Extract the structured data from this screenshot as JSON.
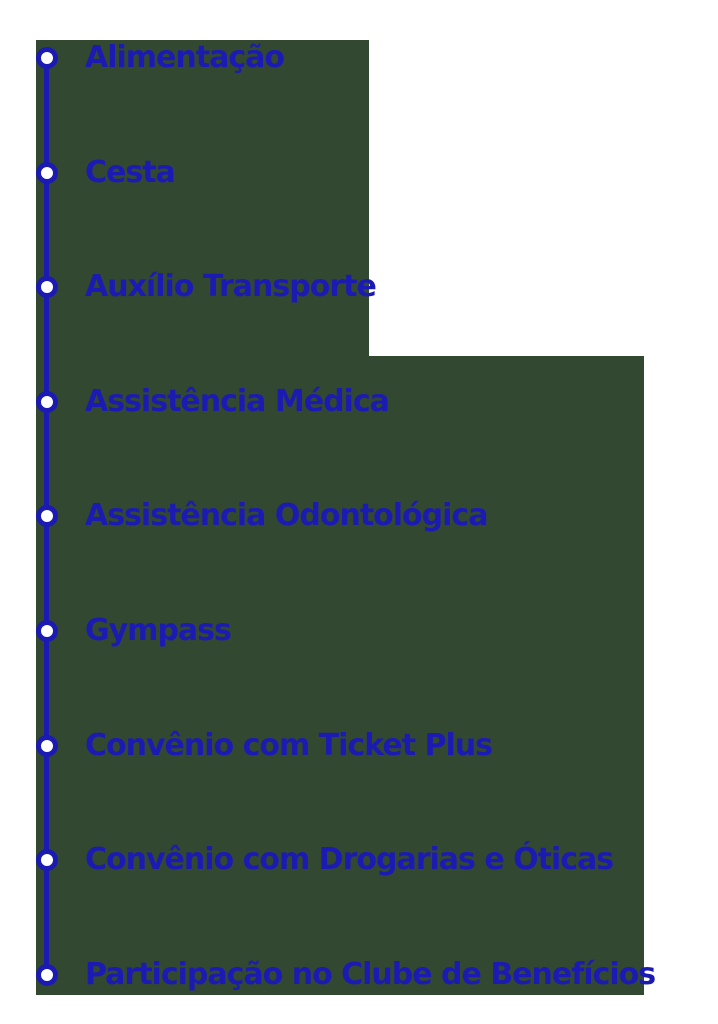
{
  "infographic": {
    "kind": "benefits-timeline-list",
    "language": "pt-BR"
  },
  "colors": {
    "page_background": "#ffffff",
    "panel_green": "#334830",
    "accent_blue": "#1b1bb3",
    "bullet_fill": "#ffffff"
  },
  "icons": {
    "bullet": "circle-dot-icon"
  },
  "benefits": {
    "items": [
      {
        "label": "Alimentação"
      },
      {
        "label": "Cesta"
      },
      {
        "label": "Auxílio Transporte"
      },
      {
        "label": "Assistência Médica"
      },
      {
        "label": "Assistência Odontológica"
      },
      {
        "label": "Gympass"
      },
      {
        "label": "Convênio com Ticket Plus"
      },
      {
        "label": "Convênio com Drogarias e Óticas"
      },
      {
        "label": "Participação no Clube de Benefícios"
      }
    ]
  }
}
